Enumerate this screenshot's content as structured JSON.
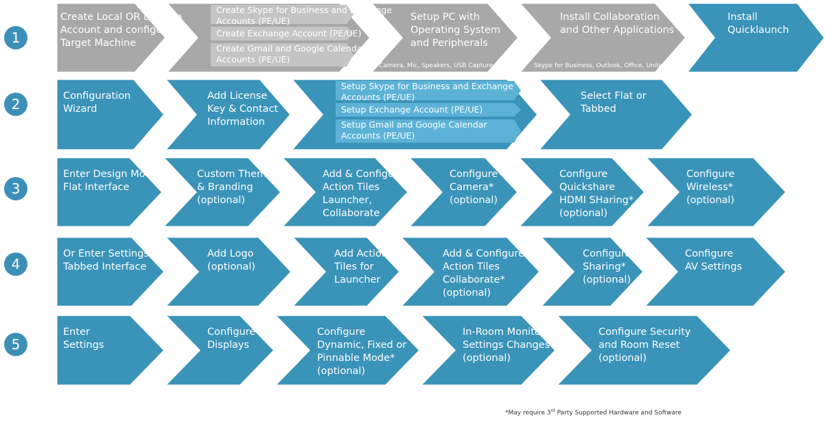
{
  "colors": {
    "gray": "#a8a8a8",
    "gray_sub": "#c4c4c4",
    "blue": "#3a93b8",
    "blue_sub": "#5cb2d6",
    "circle": "#3c8fb8"
  },
  "rows": [
    {
      "number": "1",
      "color": "gray",
      "steps": [
        {
          "label": "Create Local OR Domain\nAccount and configure on\nTarget Machine"
        },
        {
          "label": "",
          "sub_steps": [
            "Create Skype for Business and Exchange\nAccounts (PE/UE)",
            "Create Exchange Account (PE/UE)",
            "Create Gmail and Google Calendar\nAccounts (PE/UE)"
          ]
        },
        {
          "label": "Setup PC with\nOperating System\nand Peripherals",
          "note": "Camera, Mic, Speakers, USB Capture Card etc."
        },
        {
          "label": "Install Collaboration\nand Other Applications",
          "note": "Skype for Business, Outlook, Office, Unite etc."
        },
        {
          "label": "Install\nQuicklaunch",
          "accent": true
        }
      ]
    },
    {
      "number": "2",
      "color": "blue",
      "steps": [
        {
          "label": "Configuration\nWizard"
        },
        {
          "label": "Add License\nKey & Contact\nInformation"
        },
        {
          "label": "",
          "sub_steps": [
            "Setup Skype for Business and Exchange\nAccounts (PE/UE)",
            "Setup Exchange Account (PE/UE)",
            "Setup Gmail and Google Calendar\nAccounts (PE/UE)"
          ]
        },
        {
          "label": "Select Flat or\nTabbed"
        }
      ]
    },
    {
      "number": "3",
      "color": "blue",
      "steps": [
        {
          "label": "Enter Design Mode\nFlat Interface"
        },
        {
          "label": "Custom Theme\n& Branding\n(optional)"
        },
        {
          "label": "Add & Configure\nAction Tiles\nLauncher,\nCollaborate"
        },
        {
          "label": "Configure\nCamera*\n(optional)"
        },
        {
          "label": "Configure\nQuickshare\nHDMI SHaring*\n(optional)"
        },
        {
          "label": "Configure\nWireless*\n(optional)"
        }
      ]
    },
    {
      "number": "4",
      "color": "blue",
      "steps": [
        {
          "label": "Or Enter Settings Mode\nTabbed Interface"
        },
        {
          "label": "Add Logo\n(optional)"
        },
        {
          "label": "Add Action\nTiles for\nLauncher"
        },
        {
          "label": "Add & Configure\nAction Tiles\nCollaborate*\n(optional)"
        },
        {
          "label": "Configure\nSharing*\n(optional)"
        },
        {
          "label": "Configure\nAV Settings"
        }
      ]
    },
    {
      "number": "5",
      "color": "blue",
      "steps": [
        {
          "label": "Enter\nSettings"
        },
        {
          "label": "Configure\nDisplays"
        },
        {
          "label": "Configure\nDynamic, Fixed or\nPinnable Mode*\n(optional)"
        },
        {
          "label": "In-Room Monitor\nSettings Changes\n(optional)"
        },
        {
          "label": "Configure Security\nand Room Reset\n(optional)"
        }
      ]
    }
  ],
  "footnote": {
    "prefix": "*May require 3",
    "sup": "rd",
    "suffix": " Party Supported Hardware and Software"
  }
}
